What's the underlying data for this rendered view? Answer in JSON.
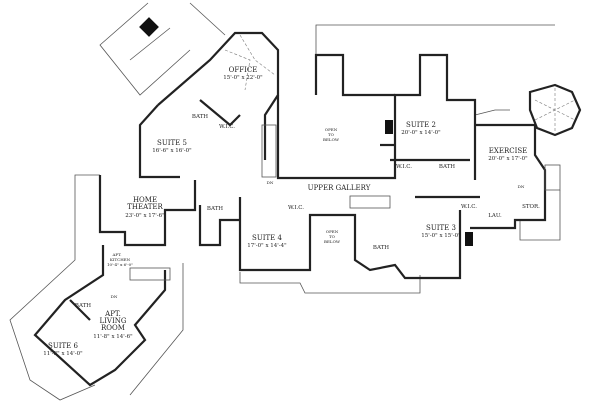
{
  "rooms": {
    "office": {
      "name": "OFFICE",
      "size": "15'-0\" x 22'-0\""
    },
    "suite5": {
      "name": "SUITE 5",
      "size": "16'-6\" x 16'-0\""
    },
    "open_to_below_1": {
      "l1": "OPEN",
      "l2": "TO",
      "l3": "BELOW"
    },
    "suite2": {
      "name": "SUITE 2",
      "size": "20'-0\" x 14'-0\""
    },
    "exercise": {
      "name": "EXERCISE",
      "size": "20'-0\" x 17'-0\""
    },
    "upper_gallery": {
      "name": "UPPER GALLERY"
    },
    "home_theater": {
      "l1": "HOME",
      "l2": "THEATER",
      "size": "23'-0\" x 17'-6\""
    },
    "suite4": {
      "name": "SUITE 4",
      "size": "17'-0\" x 14'-4\""
    },
    "open_to_below_2": {
      "l1": "OPEN",
      "l2": "TO",
      "l3": "BELOW"
    },
    "suite3": {
      "name": "SUITE 3",
      "size": "15'-0\" x 15'-0\""
    },
    "apt_kitchen": {
      "l1": "APT.",
      "l2": "KITCHEN",
      "size": "10'-4\" x 6'-0\""
    },
    "apt_living": {
      "l1": "APT.",
      "l2": "LIVING",
      "l3": "ROOM",
      "size": "11'-8\" x 14'-6\""
    },
    "suite6": {
      "name": "SUITE 6",
      "size": "11'-8\" x 14'-0\""
    }
  },
  "small_labels": {
    "bath": "BATH",
    "wic": "W.I.C.",
    "lau": "LAU.",
    "stor": "STOR.",
    "dn": "DN"
  }
}
